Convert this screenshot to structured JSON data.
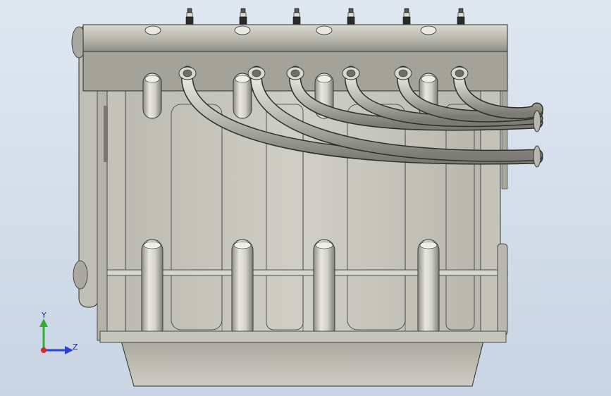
{
  "viewport": {
    "background_top": "#dfe7f1",
    "background_bottom": "#c9d5e4"
  },
  "model": {
    "part_type": "inline six-cylinder engine block, side view",
    "body_color": "#c9c9bf",
    "shadow_color": "#8f8f86",
    "highlight_color": "#e6e6dd",
    "edge_color": "#2e2e2a",
    "spark_plug_count": 6,
    "exhaust_pipe_count": 6,
    "rib_top_count": 4,
    "rib_bottom_count": 4
  },
  "triad": {
    "y_label": "Y",
    "z_label": "Z",
    "y_color": "#2fb02f",
    "z_color": "#2a3fd4",
    "origin_color": "#d42a2a"
  }
}
